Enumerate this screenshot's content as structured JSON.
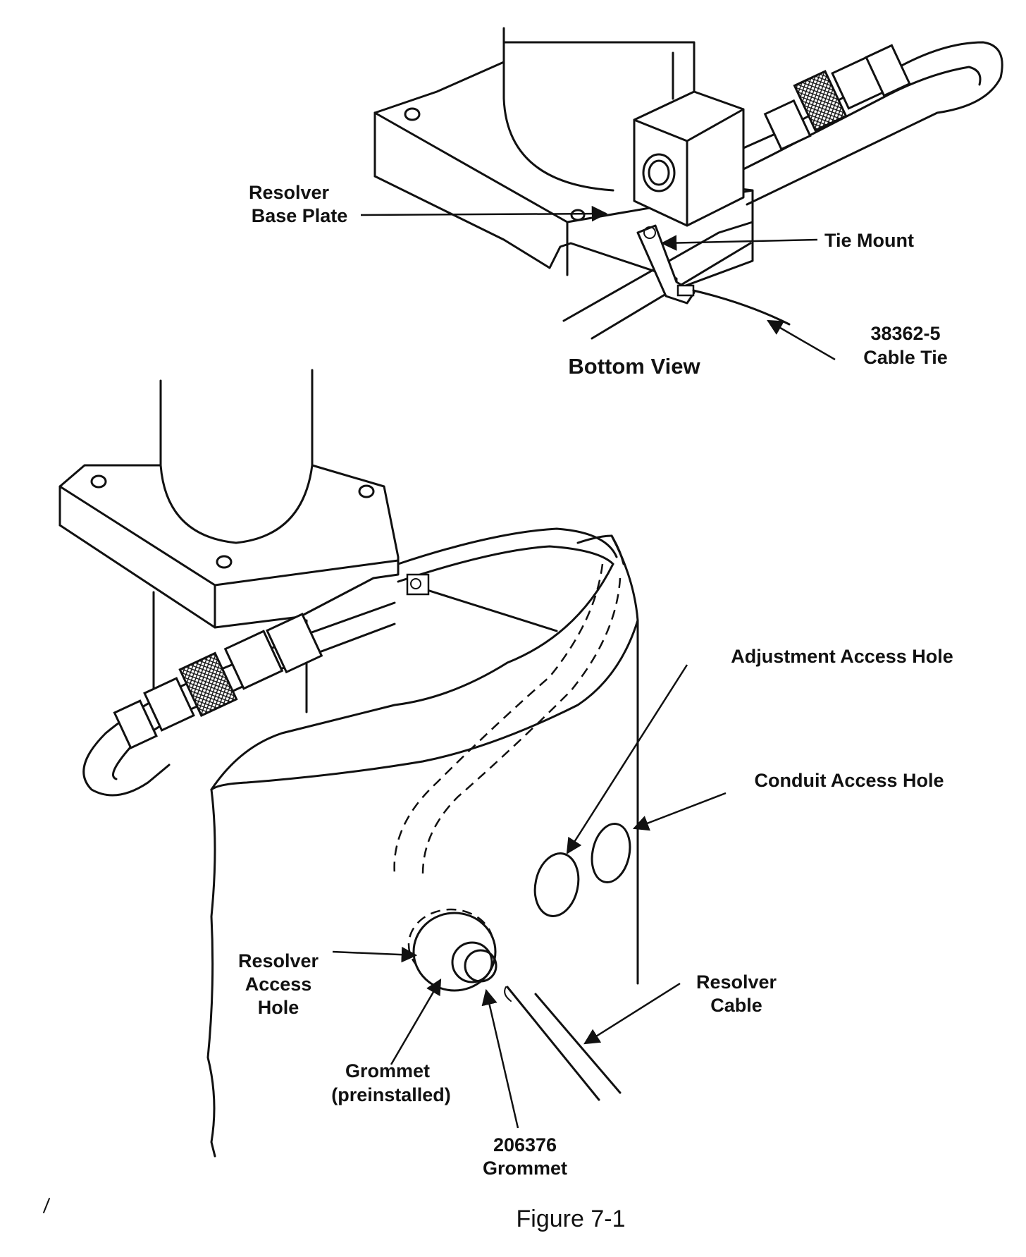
{
  "labels": {
    "resolver_base_plate_1": "Resolver",
    "resolver_base_plate_2": "Base Plate",
    "tie_mount": "Tie Mount",
    "cable_tie_part": "38362-5",
    "cable_tie": "Cable Tie",
    "bottom_view": "Bottom View",
    "adjustment_access_hole": "Adjustment Access Hole",
    "conduit_access_hole": "Conduit Access Hole",
    "resolver_access_hole_1": "Resolver",
    "resolver_access_hole_2": "Access",
    "resolver_access_hole_3": "Hole",
    "resolver_cable_1": "Resolver",
    "resolver_cable_2": "Cable",
    "grommet_pre_1": "Grommet",
    "grommet_pre_2": "(preinstalled)",
    "grommet_part_1": "206376",
    "grommet_part_2": "Grommet",
    "figure_caption": "Figure 7-1"
  }
}
